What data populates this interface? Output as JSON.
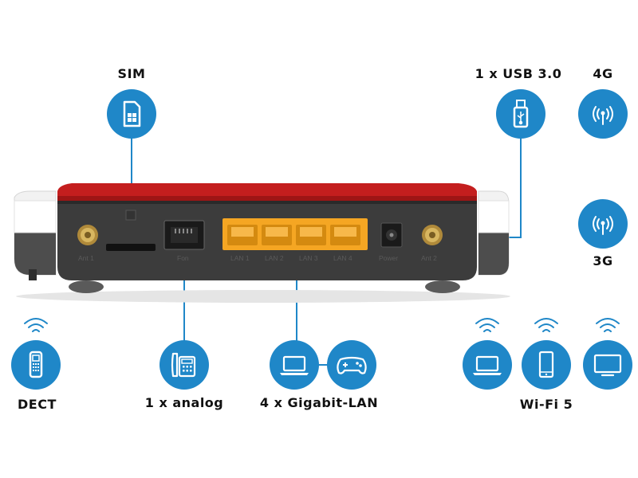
{
  "labels": {
    "sim": "SIM",
    "usb": "1 x USB 3.0",
    "lte": "4G",
    "umts": "3G",
    "dect": "DECT",
    "analog": "1 x analog",
    "lan": "4 x Gigabit-LAN",
    "wifi": "Wi-Fi 5"
  },
  "ports": {
    "ant1": "Ant 1",
    "fon": "Fon",
    "lan1": "LAN 1",
    "lan2": "LAN 2",
    "lan3": "LAN 3",
    "lan4": "LAN 4",
    "power": "Power",
    "ant2": "Ant 2"
  },
  "icons": {
    "sim": "sim-card-icon",
    "usb": "usb-stick-icon",
    "lte": "antenna-signal-icon",
    "umts": "antenna-signal-icon",
    "dect": "cordless-phone-icon",
    "analog": "desk-phone-icon",
    "laptop": "laptop-icon",
    "gamepad": "gamepad-icon",
    "tablet": "tablet-icon",
    "monitor": "monitor-icon",
    "wifi": "wifi-waves-icon"
  },
  "colors": {
    "accent_blue": "#1f87c8",
    "router_red": "#c41e1e",
    "router_body": "#3c3c3c",
    "lan_port": "#f5a623"
  }
}
